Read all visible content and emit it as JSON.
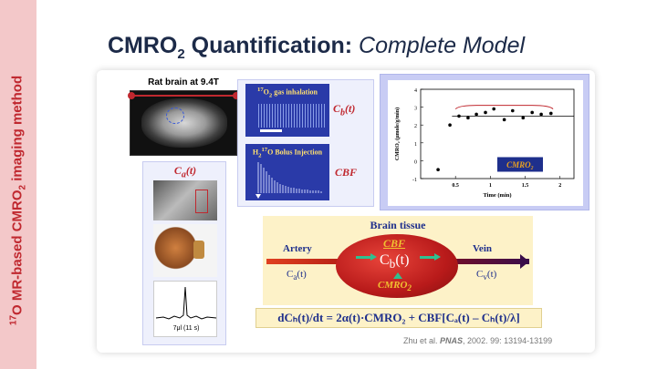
{
  "sidebar": {
    "prefix_sup": "17",
    "part1": "O MR-based CMRO",
    "sub": "2",
    "part2": " imaging method"
  },
  "title": {
    "part1": "CMRO",
    "sub": "2",
    "part2": " Quantification: ",
    "italic": "Complete Model"
  },
  "mri": {
    "label": "Rat brain at 9.4T"
  },
  "ca_label": {
    "main": "C",
    "sub": "a",
    "rest": "(t)"
  },
  "spectrum_label": "7μl (11 s)",
  "gas": {
    "sup": "17",
    "label_rest": "O",
    "sub": "2",
    "tail": " gas inhalation",
    "side_main": "C",
    "side_sub": "b",
    "side_rest": "(t)"
  },
  "bolus": {
    "label": "H",
    "sub": "2",
    "sup": "17",
    "tail": "O Bolus Injection",
    "side": "CBF"
  },
  "plot": {
    "ylabel": "CMRO₂ (μmole/g/min)",
    "xlabel": "Time (min)",
    "yticks": [
      "4",
      "3",
      "2",
      "1",
      "0",
      "-1"
    ],
    "xticks": [
      "0.5",
      "1",
      "1.5",
      "2"
    ],
    "badge": "CMRO₂",
    "colors": {
      "accent": "#c0282f",
      "badge_bg": "#1e2f8c",
      "badge_text": "#e8a020"
    }
  },
  "chart_data": {
    "type": "scatter",
    "x": [
      0.25,
      0.42,
      0.55,
      0.68,
      0.8,
      0.93,
      1.05,
      1.2,
      1.32,
      1.47,
      1.6,
      1.73,
      1.87
    ],
    "values": [
      -0.5,
      2.0,
      2.5,
      2.4,
      2.6,
      2.7,
      2.9,
      2.3,
      2.8,
      2.4,
      2.7,
      2.6,
      2.65
    ],
    "xlim": [
      0,
      2.2
    ],
    "ylim": [
      -1,
      4
    ],
    "hline": 2.5,
    "xlabel": "Time (min)",
    "ylabel": "CMRO₂ (μmole/g/min)"
  },
  "model": {
    "title": "Brain tissue",
    "artery": "Artery",
    "vein": "Vein",
    "ca": "C",
    "ca_sub": "a",
    "ca_rest": "(t)",
    "cv": "C",
    "cv_sub": "v",
    "cv_rest": "(t)",
    "cb": "C",
    "cb_sub": "b",
    "cb_rest": "(t)",
    "cbf": "CBF",
    "cmro_main": "CMRO",
    "cmro_sub": "2"
  },
  "equation": "dCₕ(t)/dt = 2α(t)·CMRO₂ + CBF[Cₐ(t) – Cₕ(t)/λ]",
  "citation": {
    "authors": "Zhu et al. ",
    "journal": "PNAS",
    "rest": ", 2002. 99: 13194-13199"
  }
}
